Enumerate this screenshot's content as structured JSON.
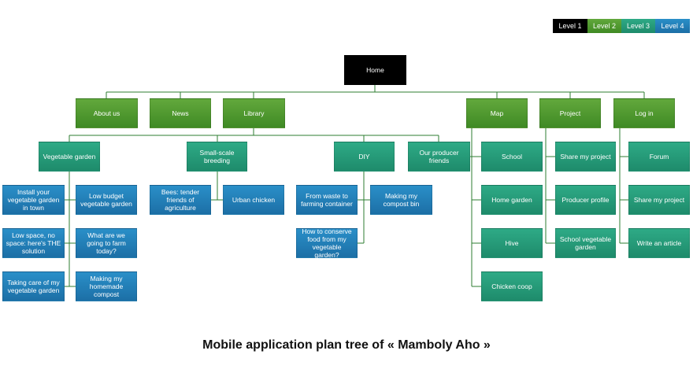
{
  "legend": {
    "level1": "Level 1",
    "level2": "Level 2",
    "level3": "Level 3",
    "level4": "Level 4"
  },
  "colors": {
    "level1": "#000000",
    "level2": "#4e9a2e",
    "level3": "#23997a",
    "level4": "#2280b8",
    "connector": "#2e7d32"
  },
  "tree": {
    "home": "Home",
    "about": "About us",
    "news": "News",
    "library": "Library",
    "map": "Map",
    "project": "Project",
    "login": "Log in",
    "vegetable_garden": "Vegetable garden",
    "small_scale_breeding": "Small-scale breeding",
    "diy": "DIY",
    "our_producer_friends": "Our producer friends",
    "school": "School",
    "home_garden": "Home garden",
    "hive": "Hive",
    "chicken_coop": "Chicken coop",
    "share_my_project_1": "Share my project",
    "producer_profile": "Producer profile",
    "school_vegetable_garden": "School vegetable garden",
    "forum": "Forum",
    "share_my_project_2": "Share my project",
    "write_an_article": "Write an article",
    "install_garden": "Install your vegetable garden in town",
    "low_budget": "Low budget vegetable garden",
    "low_space": "Low space, no space: here's THE solution",
    "what_to_farm": "What are we going to farm today?",
    "taking_care": "Taking care of my vegetable garden",
    "homemade_compost": "Making my homemade compost",
    "bees": "Bees: tender friends of agriculture",
    "urban_chicken": "Urban chicken",
    "waste_to_container": "From waste to farming container",
    "compost_bin": "Making my compost bin",
    "conserve_food": "How to conserve food from my vegetable garden?"
  },
  "caption": "Mobile application plan tree of « Mamboly Aho »"
}
